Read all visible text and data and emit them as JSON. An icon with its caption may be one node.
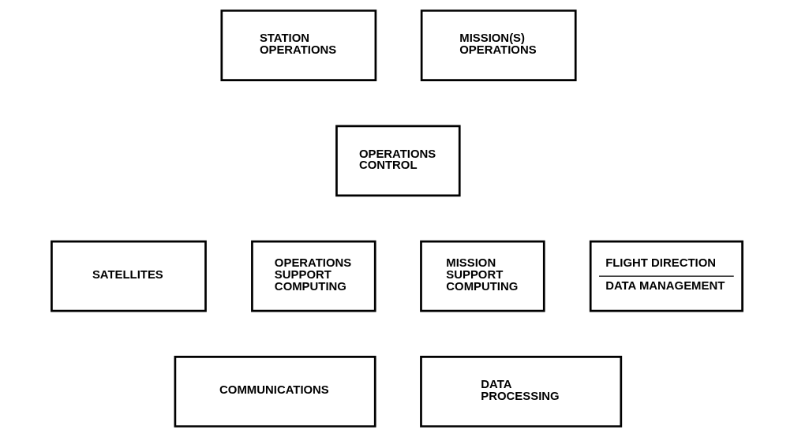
{
  "diagram": {
    "nodes": [
      {
        "text": [
          "STATION OPERATIONS"
        ]
      },
      {
        "text": [
          "MISSION(S) OPERATIONS"
        ]
      },
      {
        "text": [
          "OPERATIONS CONTROL"
        ]
      },
      {
        "text": [
          "SATELLITES"
        ]
      },
      {
        "text": [
          "FLIGHT DIRECTION",
          "DATA MANAGEMENT"
        ]
      },
      {
        "text": [
          "OPERATIONS SUPPORT COMPUTING"
        ]
      },
      {
        "text": [
          "MISSION SUPPORT COMPUTING"
        ]
      },
      {
        "text": [
          "COMMUNICATIONS"
        ]
      },
      {
        "text": [
          "DATA PROCESSING"
        ]
      }
    ],
    "edges": []
  }
}
